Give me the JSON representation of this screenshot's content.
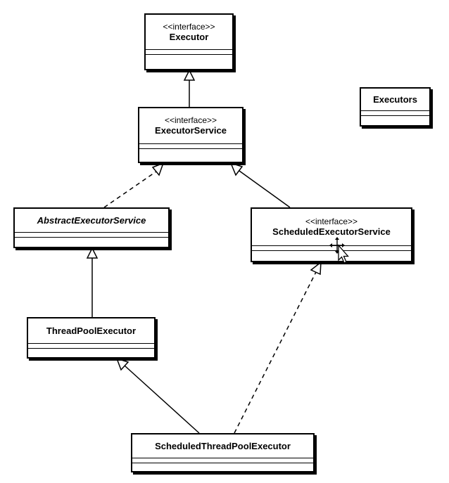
{
  "classes": {
    "executor": {
      "stereotype": "<<interface>>",
      "name": "Executor"
    },
    "executor_service": {
      "stereotype": "<<interface>>",
      "name": "ExecutorService"
    },
    "executors": {
      "name": "Executors"
    },
    "abstract_executor_service": {
      "name": "AbstractExecutorService"
    },
    "scheduled_executor_service": {
      "stereotype": "<<interface>>",
      "name": "ScheduledExecutorService"
    },
    "thread_pool_executor": {
      "name": "ThreadPoolExecutor"
    },
    "scheduled_thread_pool_executor": {
      "name": "ScheduledThreadPoolExecutor"
    }
  },
  "cursor": {
    "icon": "mouse-pointer-move-icon"
  }
}
